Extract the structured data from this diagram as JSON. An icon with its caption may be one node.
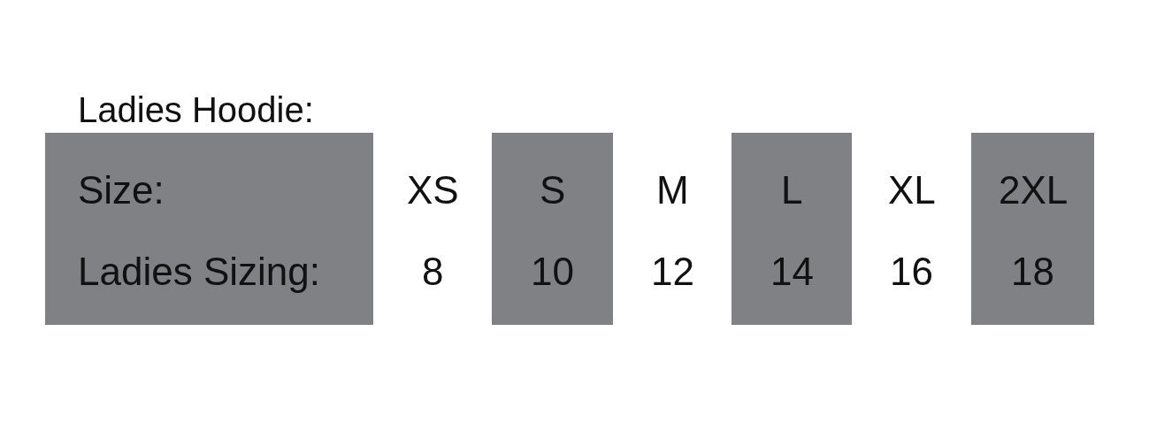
{
  "diagram": {
    "title": "Ladies Hoodie:",
    "labels": [
      "Size:",
      "XS",
      "S",
      "M",
      "L",
      "XL",
      "2XL",
      "Ladies Sizing:",
      "8",
      "10",
      "12",
      "14",
      "16",
      "18"
    ]
  }
}
